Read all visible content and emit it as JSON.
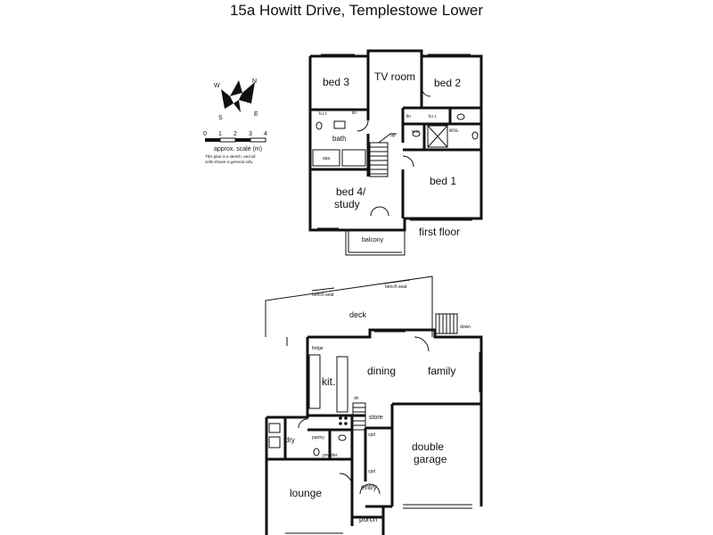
{
  "title": "15a Howitt Drive, Templestowe Lower",
  "compass": {
    "n": "N",
    "e": "E",
    "s": "S",
    "w": "W"
  },
  "scale": {
    "ticks": [
      "0",
      "1",
      "2",
      "3",
      "4"
    ],
    "label": "approx. scale (m)",
    "note_line1": "This plan is a sketch, and all",
    "note_line2": "cells shown is general only"
  },
  "first_floor": {
    "caption": "first floor",
    "rooms": {
      "bed3": "bed 3",
      "tv": "TV room",
      "bed2": "bed 2",
      "bath": "bath",
      "bed4_line1": "bed 4/",
      "bed4_line2": "study",
      "bed1": "bed 1",
      "balcony": "balcony",
      "ens": "ens."
    },
    "small": {
      "bir_left": "b.i.r.",
      "lin_top": "lin",
      "lin_mid": "lin",
      "bir_right": "b.i.r.",
      "wir": "w.i.r.",
      "spa": "spa",
      "up": "up"
    }
  },
  "ground_floor": {
    "rooms": {
      "deck": "deck",
      "kit": "kit.",
      "dining": "dining",
      "family": "family",
      "ldry": "ldry",
      "store": "store",
      "double1": "double",
      "double2": "garage",
      "lounge": "lounge",
      "entry": "entry",
      "porch": "porch"
    },
    "small": {
      "bench_seat_left": "bench seat",
      "bench_seat_right": "bench seat",
      "down": "down",
      "fridge": "fridge",
      "pantry": "pantry",
      "powder": "powder",
      "ens2": "cpd",
      "cpd": "cpd",
      "blue": "dn"
    }
  }
}
